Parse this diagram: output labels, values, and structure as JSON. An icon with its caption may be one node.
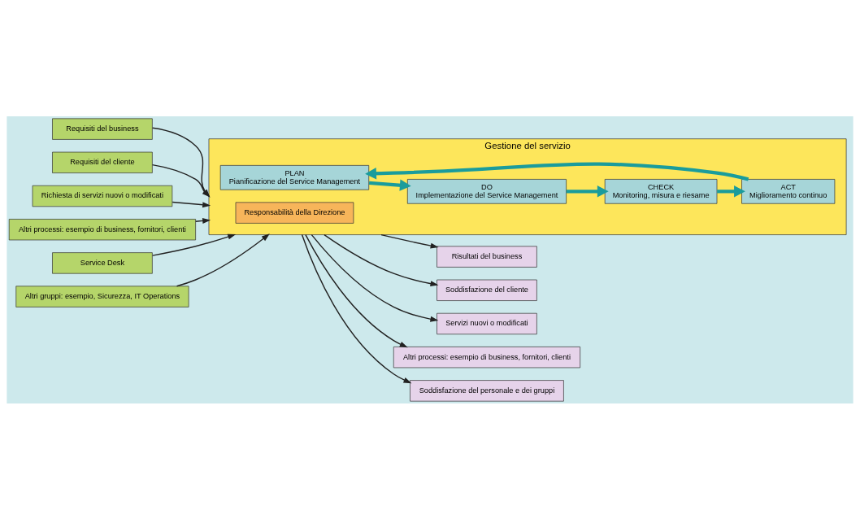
{
  "diagram": {
    "nodes": [
      {
        "text": [
          "Gestione del servizio"
        ]
      },
      {
        "text": [
          "Responsabilità della Direzione"
        ],
        "in": 0
      },
      {
        "text": [
          "PLAN",
          "Pianificazione del Service Management"
        ],
        "in": 0
      },
      {
        "text": [
          "DO",
          "Implementazione del Service Management"
        ],
        "in": 0
      },
      {
        "text": [
          "ACT",
          "Miglioramento continuo"
        ],
        "in": 0
      },
      {
        "text": [
          "CHECK",
          "Monitoring, misura e riesame"
        ],
        "in": 0
      },
      {
        "text": [
          "Requisiti del business"
        ]
      },
      {
        "text": [
          "Requisiti del cliente"
        ]
      },
      {
        "text": [
          "Richiesta di servizi nuovi o modificati"
        ]
      },
      {
        "text": [
          "Altri processi: esempio di business, fornitori, clienti"
        ]
      },
      {
        "text": [
          "Service Desk"
        ]
      },
      {
        "text": [
          "Altri gruppi: esempio, Sicurezza, IT Operations"
        ]
      },
      {
        "text": [
          "Risultati del business"
        ]
      },
      {
        "text": [
          "Soddisfazione del cliente"
        ]
      },
      {
        "text": [
          "Servizi nuovi o modificati"
        ]
      },
      {
        "text": [
          "Altri processi: esempio di business, fornitori, clienti"
        ]
      },
      {
        "text": [
          "Soddisfazione del personale e dei gruppi"
        ]
      }
    ],
    "edges": [
      {
        "from": 6,
        "to": 0,
        "arrow": "to"
      },
      {
        "from": 7,
        "to": 0,
        "arrow": "to"
      },
      {
        "from": 8,
        "to": 0,
        "arrow": "to"
      },
      {
        "from": 9,
        "to": 0,
        "arrow": "to"
      },
      {
        "from": 10,
        "to": 0,
        "arrow": "to"
      },
      {
        "from": 11,
        "to": 0,
        "arrow": "to"
      },
      {
        "from": 0,
        "to": 12,
        "arrow": "to"
      },
      {
        "from": 0,
        "to": 13,
        "arrow": "to"
      },
      {
        "from": 0,
        "to": 14,
        "arrow": "to"
      },
      {
        "from": 0,
        "to": 15,
        "arrow": "to"
      },
      {
        "from": 0,
        "to": 16,
        "arrow": "to"
      },
      {
        "from": 2,
        "to": 3,
        "arrow": "to",
        "style": "thick",
        "color": "#1a9c9c"
      },
      {
        "from": 3,
        "to": 5,
        "arrow": "to",
        "style": "thick",
        "color": "#1a9c9c"
      },
      {
        "from": 5,
        "to": 4,
        "arrow": "to",
        "style": "thick",
        "color": "#1a9c9c"
      },
      {
        "from": 4,
        "to": 2,
        "arrow": "to",
        "style": "thick",
        "color": "#1a9c9c"
      }
    ]
  }
}
